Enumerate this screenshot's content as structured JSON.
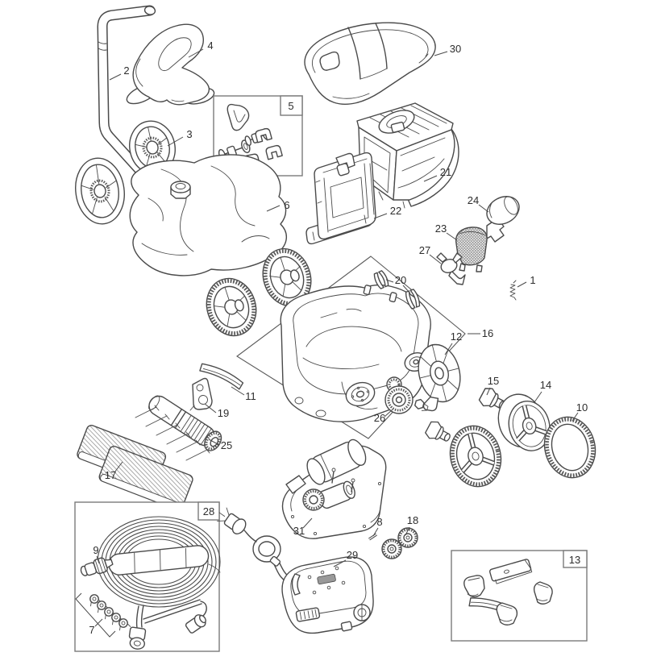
{
  "figure": {
    "background": "#ffffff",
    "line_color": "#4a4a4a",
    "label_color": "#2d2d2d",
    "box_border_color": "#7a7a7a"
  },
  "callouts": {
    "c1": "1",
    "c2": "2",
    "c3": "3",
    "c4": "4",
    "c6": "6",
    "c7": "7",
    "c8": "8",
    "c9": "9",
    "c10": "10",
    "c11": "11",
    "c12": "12",
    "c14": "14",
    "c15": "15",
    "c16": "16",
    "c17": "17",
    "c18": "18",
    "c19": "19",
    "c20": "20",
    "c21": "21",
    "c22": "22",
    "c23": "23",
    "c24": "24",
    "c25": "25",
    "c26": "26",
    "c27": "27",
    "c29": "29",
    "c30": "30",
    "c31": "31"
  },
  "boxed_labels": {
    "b5": "5",
    "b13": "13",
    "b28": "28"
  }
}
